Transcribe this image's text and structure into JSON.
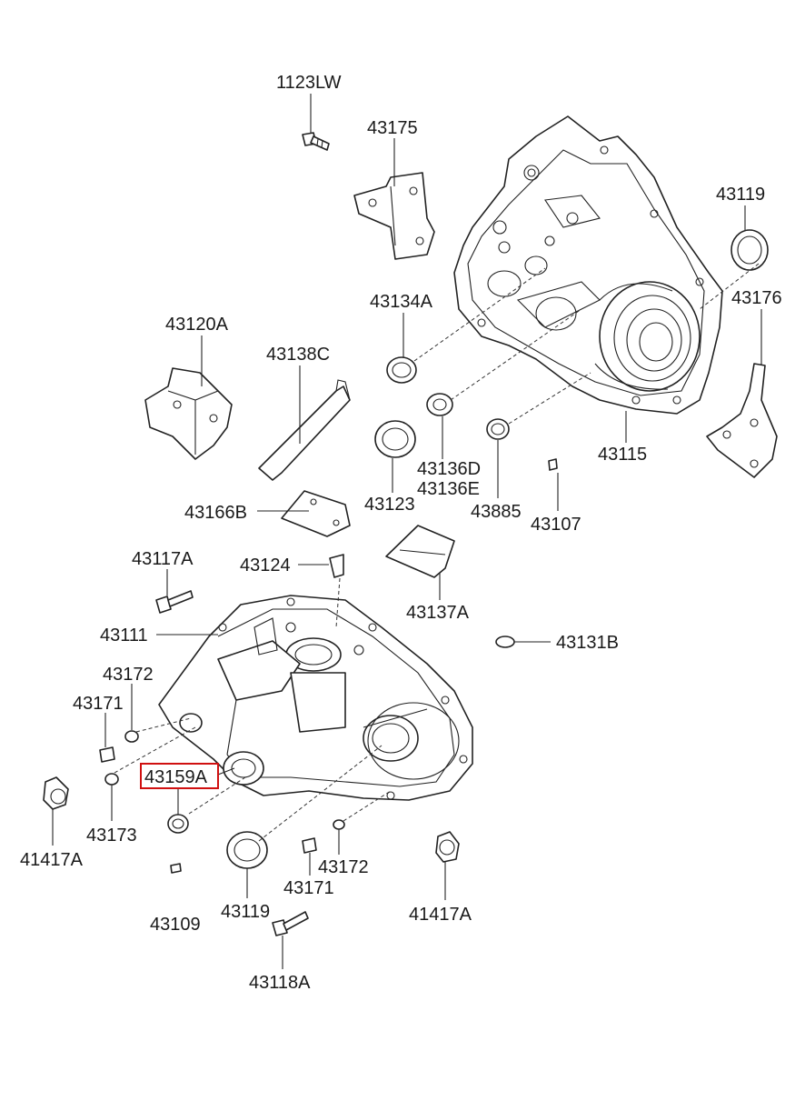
{
  "highlight_color": "#d01010",
  "highlighted_part": "43159A",
  "labels": {
    "l_1123LW": "1123LW",
    "l_43175": "43175",
    "l_43119_top": "43119",
    "l_43176": "43176",
    "l_43134A": "43134A",
    "l_43120A": "43120A",
    "l_43138C": "43138C",
    "l_43136D": "43136D",
    "l_43136E": "43136E",
    "l_43115": "43115",
    "l_43166B": "43166B",
    "l_43123": "43123",
    "l_43885": "43885",
    "l_43107": "43107",
    "l_43117A": "43117A",
    "l_43124": "43124",
    "l_43137A": "43137A",
    "l_43111": "43111",
    "l_43131B": "43131B",
    "l_43172_left": "43172",
    "l_43171_left": "43171",
    "l_43159A": "43159A",
    "l_41417A_left": "41417A",
    "l_43173": "43173",
    "l_43109": "43109",
    "l_43119_bottom": "43119",
    "l_43172_bottom": "43172",
    "l_43171_bottom": "43171",
    "l_41417A_right": "41417A",
    "l_43118A": "43118A"
  }
}
